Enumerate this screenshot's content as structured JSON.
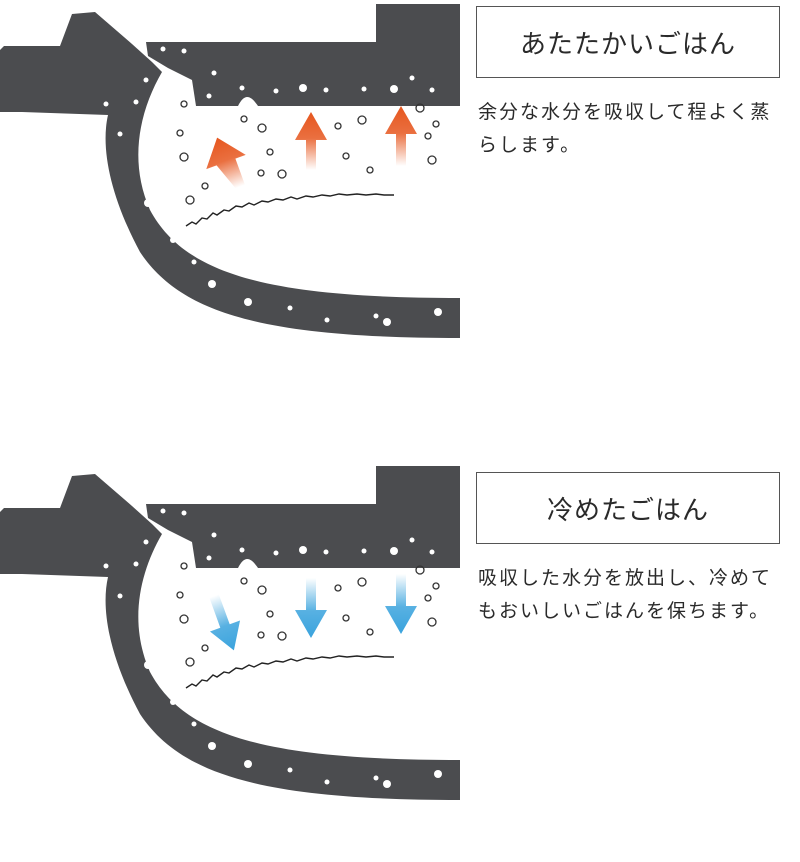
{
  "colors": {
    "pot": "#4b4c4f",
    "pore": "#ffffff",
    "warm_arrow": "#e6561e",
    "cool_arrow": "#3aa3dd",
    "border": "#555555"
  },
  "panels": [
    {
      "id": "warm",
      "title": "あたたかいごはん",
      "description": "余分な水分を吸収して程よく蒸らします。",
      "arrow_direction": "up",
      "arrow_color": "#e6561e"
    },
    {
      "id": "cool",
      "title": "冷めたごはん",
      "description": "吸収した水分を放出し、冷めてもおいしいごはんを保ちます。",
      "arrow_direction": "down",
      "arrow_color": "#3aa3dd"
    }
  ]
}
